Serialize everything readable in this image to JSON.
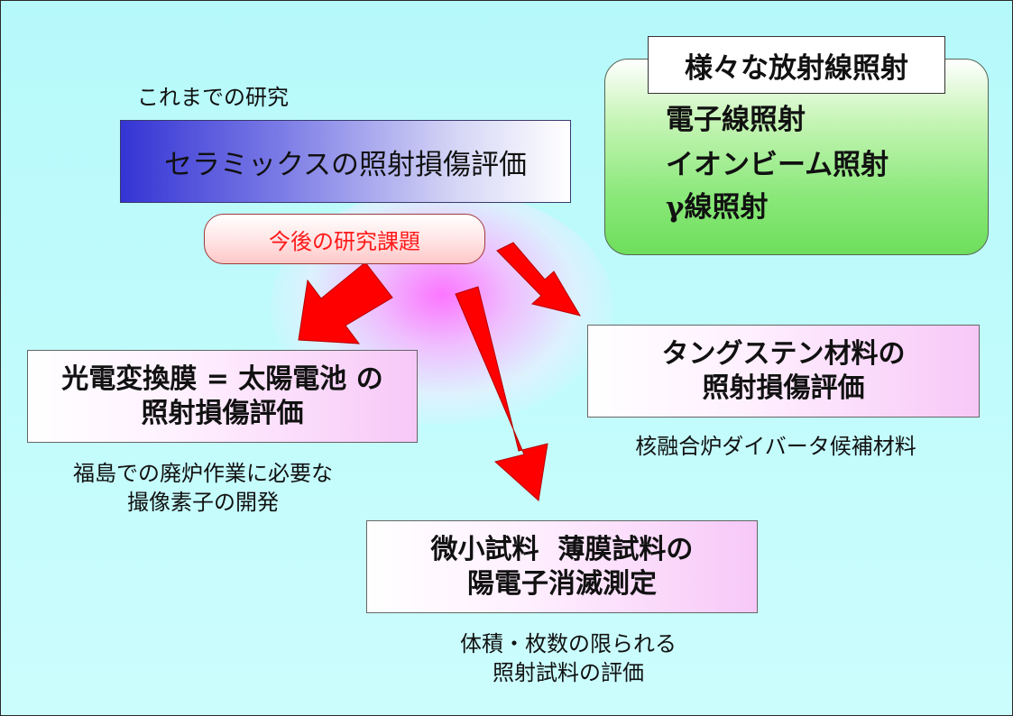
{
  "past_label": "これまでの研究",
  "ceramics": "セラミックスの照射損傷評価",
  "future": "今後の研究課題",
  "radiation": {
    "title": "様々な放射線照射",
    "items": [
      "電子線照射",
      "イオンビーム照射",
      "γ線照射"
    ]
  },
  "photoelectric": {
    "lines": [
      "光電変換膜 = 太陽電池 の",
      "照射損傷評価"
    ],
    "caption": [
      "福島での廃炉作業に必要な",
      "撮像素子の開発"
    ]
  },
  "tungsten": {
    "lines": [
      "タングステン材料の",
      "照射損傷評価"
    ],
    "caption": [
      "核融合炉ダイバータ候補材料"
    ]
  },
  "small_sample": {
    "lines": [
      "微小試料  薄膜試料の",
      "陽電子消滅測定"
    ],
    "caption": [
      "体積・枚数の限られる",
      "照射試料の評価"
    ]
  },
  "colors": {
    "arrow": "#ff0000",
    "future_text": "#ff1a1a",
    "background": "#c8fcfc"
  }
}
